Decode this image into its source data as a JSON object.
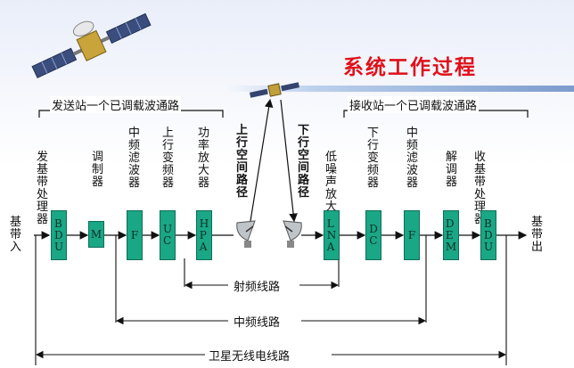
{
  "title": "系统工作过程",
  "left_bracket": "发送站一个已调载波通路",
  "right_bracket": "接收站一个已调载波通路",
  "in_label": "基带入",
  "out_label": "基带出",
  "uplink_label": "上行空间路径",
  "downlink_label": "下行空间路径",
  "stages": [
    {
      "label": "发基带处理器",
      "block": "BDU"
    },
    {
      "label": "调制器",
      "block": "M"
    },
    {
      "label": "中频滤波器",
      "block": "F"
    },
    {
      "label": "上行变频器",
      "block": "UC"
    },
    {
      "label": "功率放大器",
      "block": "HPA"
    },
    {
      "label": "低噪声放大器",
      "block": "LNA"
    },
    {
      "label": "下行变频器",
      "block": "DC"
    },
    {
      "label": "中频滤波器",
      "block": "F"
    },
    {
      "label": "解调器",
      "block": "DEM"
    },
    {
      "label": "收基带处理器",
      "block": "BDU"
    }
  ],
  "spans": {
    "rf": "射频线路",
    "if": "中频线路",
    "sat": "卫星无线电线路"
  },
  "icons": {
    "satellite": "satellite-icon",
    "small_satellite": "small-satellite-icon",
    "tx_antenna": "dish-antenna-icon",
    "rx_antenna": "dish-antenna-icon"
  },
  "colors": {
    "title": "#e0101a",
    "block_fill": "#1aa785"
  }
}
